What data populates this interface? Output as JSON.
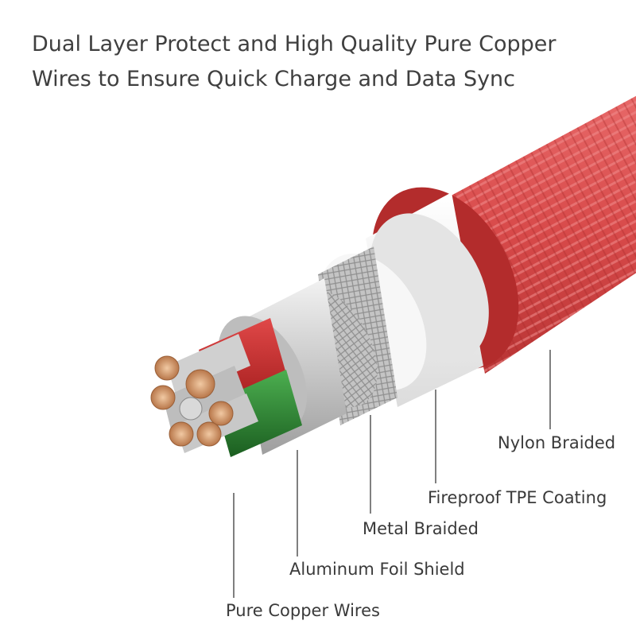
{
  "headline": {
    "line1": "Dual Layer Protect and High Quality Pure Copper",
    "line2": "Wires to Ensure Quick Charge and Data Sync"
  },
  "layers": {
    "nylon": "Nylon Braided",
    "tpe": "Fireproof TPE Coating",
    "metal": "Metal Braided",
    "foil": "Aluminum Foil Shield",
    "copper": "Pure Copper Wires"
  },
  "colors": {
    "nylon": "#d84a4a",
    "nylon_dark": "#b32c2c",
    "tpe": "#f2f2f2",
    "metal": "#b8b8b8",
    "foil": "#cfcfcf",
    "wire_red": "#c62828",
    "wire_green": "#2e7d32",
    "copper": "#c98a5a",
    "text": "#3a3a3a"
  }
}
